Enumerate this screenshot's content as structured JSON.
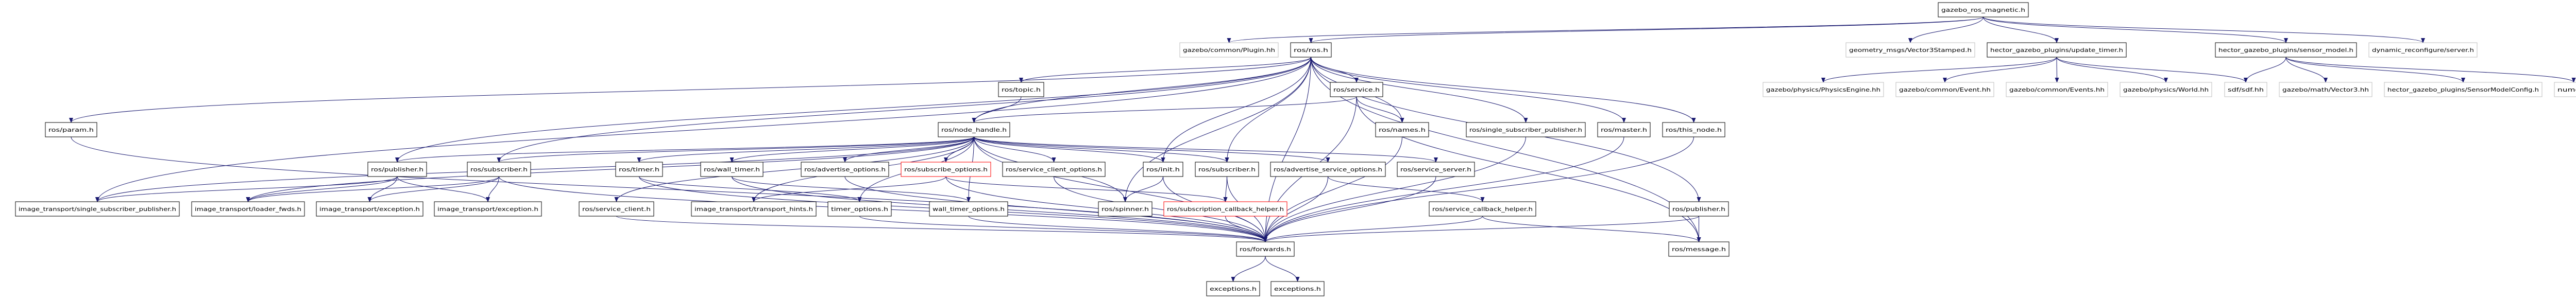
{
  "colors": {
    "edge": "#191970",
    "documented_border": "#000000",
    "undocumented_border": "#bfbfbf",
    "truncated_border": "#ff0000",
    "root_fill": "#bfbfbf"
  },
  "nodes": [
    {
      "id": "root",
      "label": "gazebo_ros_magnetic.h",
      "kind": "root"
    },
    {
      "id": "ros_ros",
      "label": "ros/ros.h",
      "kind": "documented"
    },
    {
      "id": "plugin",
      "label": "gazebo/common/Plugin.hh",
      "kind": "undocumented"
    },
    {
      "id": "vec3stamped",
      "label": "geometry_msgs/Vector3Stamped.h",
      "kind": "undocumented"
    },
    {
      "id": "update_timer",
      "label": "hector_gazebo_plugins/update_timer.h",
      "kind": "documented"
    },
    {
      "id": "sensor_model",
      "label": "hector_gazebo_plugins/sensor_model.h",
      "kind": "documented"
    },
    {
      "id": "dyn_server",
      "label": "dynamic_reconfigure/server.h",
      "kind": "undocumented"
    },
    {
      "id": "physics_engine",
      "label": "gazebo/physics/PhysicsEngine.hh",
      "kind": "undocumented"
    },
    {
      "id": "event",
      "label": "gazebo/common/Event.hh",
      "kind": "undocumented"
    },
    {
      "id": "events",
      "label": "gazebo/common/Events.hh",
      "kind": "undocumented"
    },
    {
      "id": "world",
      "label": "gazebo/physics/World.hh",
      "kind": "undocumented"
    },
    {
      "id": "sdf",
      "label": "sdf/sdf.hh",
      "kind": "undocumented"
    },
    {
      "id": "vector3",
      "label": "gazebo/math/Vector3.hh",
      "kind": "undocumented"
    },
    {
      "id": "sensor_cfg",
      "label": "hector_gazebo_plugins/SensorModelConfig.h",
      "kind": "undocumented"
    },
    {
      "id": "numeric",
      "label": "numeric",
      "kind": "undocumented"
    },
    {
      "id": "topic",
      "label": "ros/topic.h",
      "kind": "documented"
    },
    {
      "id": "service",
      "label": "ros/service.h",
      "kind": "documented"
    },
    {
      "id": "param",
      "label": "ros/param.h",
      "kind": "documented"
    },
    {
      "id": "node_handle",
      "label": "ros/node_handle.h",
      "kind": "documented"
    },
    {
      "id": "names",
      "label": "ros/names.h",
      "kind": "documented"
    },
    {
      "id": "ros_ssp",
      "label": "ros/single_subscriber_publisher.h",
      "kind": "documented"
    },
    {
      "id": "master",
      "label": "ros/master.h",
      "kind": "documented"
    },
    {
      "id": "this_node",
      "label": "ros/this_node.h",
      "kind": "documented"
    },
    {
      "id": "publisher1",
      "label": "ros/publisher.h",
      "kind": "documented"
    },
    {
      "id": "subscriber1",
      "label": "ros/subscriber.h",
      "kind": "documented"
    },
    {
      "id": "timer",
      "label": "ros/timer.h",
      "kind": "documented"
    },
    {
      "id": "wall_timer",
      "label": "ros/wall_timer.h",
      "kind": "documented"
    },
    {
      "id": "advertise_options",
      "label": "ros/advertise_options.h",
      "kind": "documented"
    },
    {
      "id": "subscribe_options",
      "label": "ros/subscribe_options.h",
      "kind": "truncated"
    },
    {
      "id": "service_client_options",
      "label": "ros/service_client_options.h",
      "kind": "documented"
    },
    {
      "id": "init",
      "label": "ros/init.h",
      "kind": "documented"
    },
    {
      "id": "subscriber2",
      "label": "ros/subscriber.h",
      "kind": "documented"
    },
    {
      "id": "adv_srv_options",
      "label": "ros/advertise_service_options.h",
      "kind": "documented"
    },
    {
      "id": "service_server",
      "label": "ros/service_server.h",
      "kind": "documented"
    },
    {
      "id": "it_ssp",
      "label": "image_transport/single_subscriber_publisher.h",
      "kind": "documented"
    },
    {
      "id": "loader_fwds",
      "label": "image_transport/loader_fwds.h",
      "kind": "documented"
    },
    {
      "id": "exception1",
      "label": "image_transport/exception.h",
      "kind": "documented"
    },
    {
      "id": "exception2",
      "label": "image_transport/exception.h",
      "kind": "documented"
    },
    {
      "id": "service_client",
      "label": "ros/service_client.h",
      "kind": "documented"
    },
    {
      "id": "transport_hints",
      "label": "image_transport/transport_hints.h",
      "kind": "documented"
    },
    {
      "id": "timer_options",
      "label": "timer_options.h",
      "kind": "documented"
    },
    {
      "id": "wall_timer_options",
      "label": "wall_timer_options.h",
      "kind": "documented"
    },
    {
      "id": "spinner",
      "label": "ros/spinner.h",
      "kind": "documented"
    },
    {
      "id": "sub_cb_helper",
      "label": "ros/subscription_callback_helper.h",
      "kind": "truncated"
    },
    {
      "id": "srv_cb_helper",
      "label": "ros/service_callback_helper.h",
      "kind": "documented"
    },
    {
      "id": "publisher2",
      "label": "ros/publisher.h",
      "kind": "documented"
    },
    {
      "id": "forwards",
      "label": "ros/forwards.h",
      "kind": "documented"
    },
    {
      "id": "message",
      "label": "ros/message.h",
      "kind": "documented"
    },
    {
      "id": "exceptions1",
      "label": "exceptions.h",
      "kind": "documented"
    },
    {
      "id": "exceptions2",
      "label": "exceptions.h",
      "kind": "documented"
    }
  ],
  "edges": [
    [
      "root",
      "plugin"
    ],
    [
      "root",
      "ros_ros"
    ],
    [
      "root",
      "vec3stamped"
    ],
    [
      "root",
      "update_timer"
    ],
    [
      "root",
      "sensor_model"
    ],
    [
      "root",
      "dyn_server"
    ],
    [
      "update_timer",
      "physics_engine"
    ],
    [
      "update_timer",
      "event"
    ],
    [
      "update_timer",
      "events"
    ],
    [
      "update_timer",
      "world"
    ],
    [
      "update_timer",
      "sdf"
    ],
    [
      "sensor_model",
      "sdf"
    ],
    [
      "sensor_model",
      "vector3"
    ],
    [
      "sensor_model",
      "sensor_cfg"
    ],
    [
      "sensor_model",
      "numeric"
    ],
    [
      "ros_ros",
      "topic"
    ],
    [
      "ros_ros",
      "service"
    ],
    [
      "ros_ros",
      "node_handle"
    ],
    [
      "ros_ros",
      "names"
    ],
    [
      "ros_ros",
      "ros_ssp"
    ],
    [
      "ros_ros",
      "master"
    ],
    [
      "ros_ros",
      "this_node"
    ],
    [
      "ros_ros",
      "param"
    ],
    [
      "ros_ros",
      "publisher1"
    ],
    [
      "ros_ros",
      "subscriber1"
    ],
    [
      "ros_ros",
      "it_ssp"
    ],
    [
      "ros_ros",
      "init"
    ],
    [
      "ros_ros",
      "subscriber2"
    ],
    [
      "ros_ros",
      "publisher2"
    ],
    [
      "ros_ros",
      "forwards"
    ],
    [
      "ros_ros",
      "message"
    ],
    [
      "ros_ros",
      "spinner"
    ],
    [
      "topic",
      "node_handle"
    ],
    [
      "service",
      "node_handle"
    ],
    [
      "service",
      "names"
    ],
    [
      "service",
      "forwards"
    ],
    [
      "service",
      "message"
    ],
    [
      "node_handle",
      "publisher1"
    ],
    [
      "node_handle",
      "subscriber1"
    ],
    [
      "node_handle",
      "timer"
    ],
    [
      "node_handle",
      "wall_timer"
    ],
    [
      "node_handle",
      "advertise_options"
    ],
    [
      "node_handle",
      "subscribe_options"
    ],
    [
      "node_handle",
      "service_client_options"
    ],
    [
      "node_handle",
      "init"
    ],
    [
      "node_handle",
      "subscriber2"
    ],
    [
      "node_handle",
      "adv_srv_options"
    ],
    [
      "node_handle",
      "service_server"
    ],
    [
      "node_handle",
      "spinner"
    ],
    [
      "node_handle",
      "service_client"
    ],
    [
      "node_handle",
      "timer_options"
    ],
    [
      "node_handle",
      "wall_timer_options"
    ],
    [
      "node_handle",
      "transport_hints"
    ],
    [
      "node_handle",
      "forwards"
    ],
    [
      "node_handle",
      "it_ssp"
    ],
    [
      "node_handle",
      "loader_fwds"
    ],
    [
      "publisher1",
      "it_ssp"
    ],
    [
      "publisher1",
      "loader_fwds"
    ],
    [
      "publisher1",
      "exception1"
    ],
    [
      "publisher1",
      "exception2"
    ],
    [
      "subscriber1",
      "loader_fwds"
    ],
    [
      "subscriber1",
      "exception1"
    ],
    [
      "subscriber1",
      "exception2"
    ],
    [
      "subscriber1",
      "forwards"
    ],
    [
      "timer",
      "timer_options"
    ],
    [
      "timer",
      "forwards"
    ],
    [
      "wall_timer",
      "wall_timer_options"
    ],
    [
      "wall_timer",
      "forwards"
    ],
    [
      "advertise_options",
      "forwards"
    ],
    [
      "subscribe_options",
      "transport_hints"
    ],
    [
      "subscribe_options",
      "sub_cb_helper"
    ],
    [
      "subscribe_options",
      "forwards"
    ],
    [
      "service_client_options",
      "forwards"
    ],
    [
      "init",
      "spinner"
    ],
    [
      "init",
      "forwards"
    ],
    [
      "subscriber2",
      "sub_cb_helper"
    ],
    [
      "subscriber2",
      "forwards"
    ],
    [
      "adv_srv_options",
      "srv_cb_helper"
    ],
    [
      "adv_srv_options",
      "forwards"
    ],
    [
      "service_server",
      "forwards"
    ],
    [
      "srv_cb_helper",
      "forwards"
    ],
    [
      "srv_cb_helper",
      "message"
    ],
    [
      "sub_cb_helper",
      "forwards"
    ],
    [
      "ros_ssp",
      "forwards"
    ],
    [
      "master",
      "forwards"
    ],
    [
      "this_node",
      "forwards"
    ],
    [
      "names",
      "forwards"
    ],
    [
      "param",
      "forwards"
    ],
    [
      "publisher2",
      "message"
    ],
    [
      "publisher2",
      "forwards"
    ],
    [
      "service_client",
      "forwards"
    ],
    [
      "timer_options",
      "forwards"
    ],
    [
      "wall_timer_options",
      "forwards"
    ],
    [
      "forwards",
      "exceptions1"
    ],
    [
      "forwards",
      "exceptions2"
    ]
  ]
}
